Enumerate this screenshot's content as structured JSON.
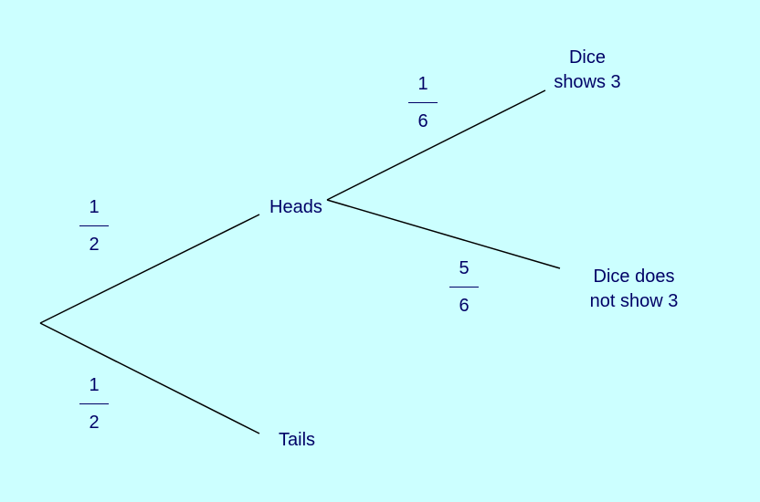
{
  "diagram": {
    "type": "probability-tree",
    "background_color": "#ccffff",
    "text_color": "#000066",
    "nodes": {
      "heads": "Heads",
      "tails": "Tails",
      "dice_shows_3": [
        "Dice",
        "shows 3"
      ],
      "dice_not_3": [
        "Dice does",
        "not show 3"
      ]
    },
    "probabilities": {
      "heads": {
        "num": "1",
        "den": "2"
      },
      "tails": {
        "num": "1",
        "den": "2"
      },
      "shows_3": {
        "num": "1",
        "den": "6"
      },
      "not_3": {
        "num": "5",
        "den": "6"
      }
    }
  }
}
